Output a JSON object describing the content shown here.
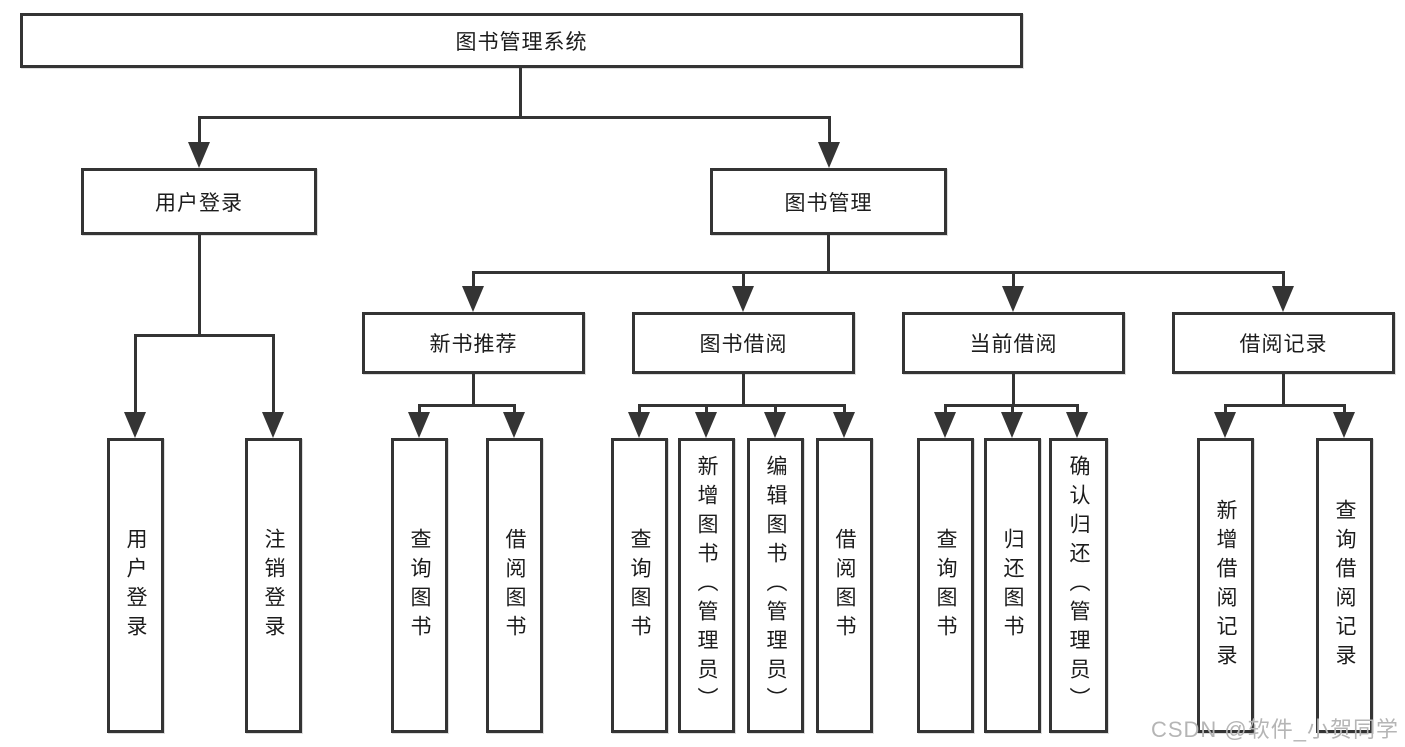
{
  "diagram": {
    "type": "tree-diagram",
    "root": {
      "label": "图书管理系统"
    },
    "level2": [
      {
        "label": "用户登录"
      },
      {
        "label": "图书管理"
      }
    ],
    "level3": [
      {
        "label": "新书推荐"
      },
      {
        "label": "图书借阅"
      },
      {
        "label": "当前借阅"
      },
      {
        "label": "借阅记录"
      }
    ],
    "level4": {
      "user_login_children": [
        "用户登录",
        "注销登录"
      ],
      "new_book_children": [
        "查询图书",
        "借阅图书"
      ],
      "book_borrow_children": [
        "查询图书",
        "新增图书（管理员）",
        "编辑图书（管理员）",
        "借阅图书"
      ],
      "current_borrow_children": [
        "查询图书",
        "归还图书",
        "确认归还（管理员）"
      ],
      "record_children": [
        "新增借阅记录",
        "查询借阅记录"
      ]
    },
    "colors": {
      "line": "#343434",
      "border": "#343434",
      "text": "#1c1c1c",
      "background": "#ffffff",
      "watermark": "#b5b5b5"
    }
  },
  "watermark": {
    "text": "CSDN @软件_小贺同学"
  }
}
